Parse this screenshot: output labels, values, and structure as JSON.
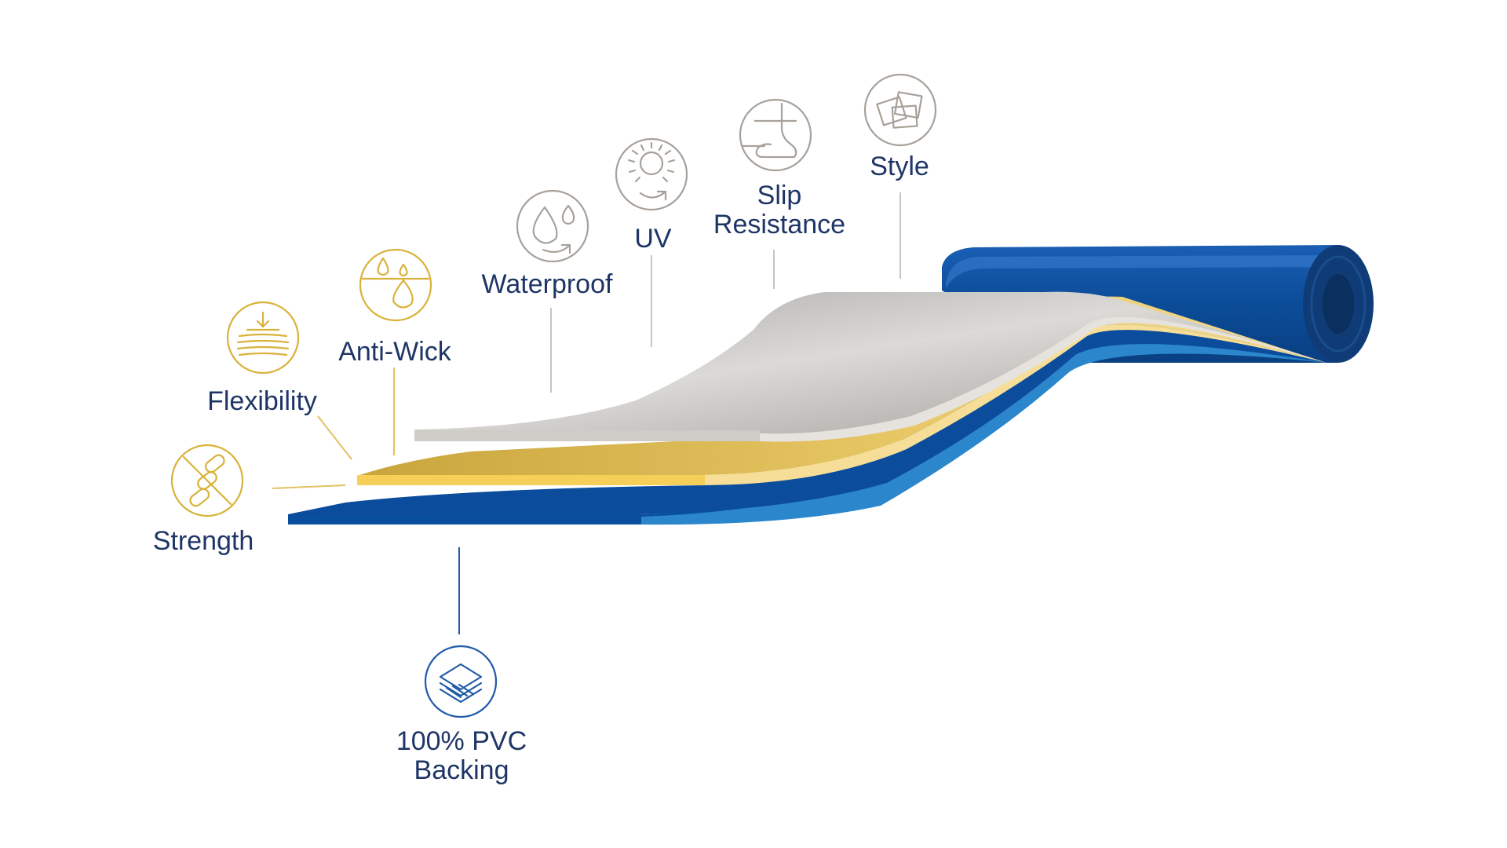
{
  "features": {
    "strength": {
      "label": "Strength",
      "icon": "chain-link-icon"
    },
    "flexibility": {
      "label": "Flexibility",
      "icon": "compression-layers-icon"
    },
    "anti_wick": {
      "label": "Anti-Wick",
      "icon": "droplets-icon"
    },
    "waterproof": {
      "label": "Waterproof",
      "icon": "water-drops-icon"
    },
    "uv": {
      "label": "UV",
      "icon": "sun-icon"
    },
    "slip_resistance": {
      "label_line1": "Slip",
      "label_line2": "Resistance",
      "icon": "foot-icon"
    },
    "style": {
      "label": "Style",
      "icon": "swatches-icon"
    },
    "pvc_backing": {
      "label_line1": "100% PVC",
      "label_line2": "Backing",
      "icon": "stacked-layers-icon"
    }
  },
  "colors": {
    "pvc_blue": "#0a4f9e",
    "pvc_blue_light": "#2b86cc",
    "yellow_layer": "#f5cf57",
    "gray_layer": "#cfccc7",
    "gold_icon": "#d9b23a",
    "gray_icon": "#a8a19a",
    "label_text": "#1e3566"
  }
}
